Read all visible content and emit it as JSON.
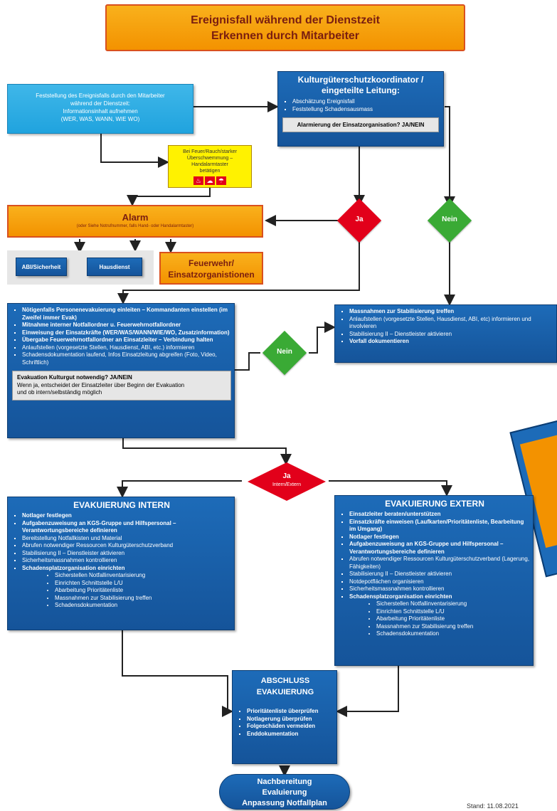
{
  "title": {
    "line1": "Ereignisfall während der Dienstzeit",
    "line2": "Erkennen durch Mitarbeiter"
  },
  "detection_box": {
    "line1": "Feststellung des Ereignisfalls durch den Mitarbeiter",
    "line2": "während der Dienstzeit:",
    "line3": "Informationsinhalt aufnehmen",
    "line4": "(WER, WAS, WANN, WIE WO)"
  },
  "coordinator_box": {
    "title1": "Kulturgüterschutzkoordinator /",
    "title2": "eingeteilte Leitung:",
    "items": [
      "Abschätzung Ereignisfall",
      "Feststellung Schadensausmass"
    ],
    "alarm_question": "Alarmierung der Einsatzorganisation? JA/NEIN"
  },
  "fire_box": {
    "line1": "Bei Feuer/Rauch/starker",
    "line2": "Überschwemmung – Handalarmtaster",
    "line3": "betätigen"
  },
  "alarm_box": {
    "title": "Alarm",
    "subtitle": "(oder Siehe Notrufnummer, falls Hand- oder Handalarmtaster)"
  },
  "staff_boxes": {
    "abi": "ABI/Sicherheit",
    "hausdienst": "Hausdienst"
  },
  "feuerwehr_box": {
    "line1": "Feuerwehr/",
    "line2": "Einsatzorganistionen"
  },
  "decisions": {
    "ja1": "Ja",
    "nein1": "Nein",
    "nein2": "Nein",
    "ja2": "Ja",
    "ja2_sub": "Intern/Extern"
  },
  "left_measures": {
    "items": [
      "Nötigenfalls Personenevakuierung einleiten – Kommandanten einstellen (im Zweifel immer Evak)",
      "Mitnahme interner Notfallordner u. Feuerwehrnotfallordner",
      "Einweisung der Einsatzkräfte (WER/WAS/WANN/WIE/WO, Zusatzinformation)",
      "Übergabe Feuerwehrnotfallordner an Einsatzleiter – Verbindung halten",
      "Anlaufstellen (vorgesetzte Stellen, Hausdienst, ABI, etc.) informieren",
      "Schadensdokumentation laufend, Infos Einsatzleitung abgreifen (Foto, Video, Schriftlich)"
    ],
    "evac_q1": "Evakuation Kulturgut notwendig? JA/NEIN",
    "evac_q2": "Wenn ja, entscheidet der Einsatzleiter über Beginn der Evakuation",
    "evac_q3": "und ob intern/selbständig möglich"
  },
  "right_measures": {
    "items": [
      "Massnahmen zur Stabilisierung treffen",
      "Anlaufstellen (vorgesetzte Stellen, Hausdienst, ABI, etc) informieren und involvieren",
      "Stabilisierung II – Dienstleister aktivieren",
      "Vorfall dokumentieren"
    ]
  },
  "evak_intern": {
    "title": "EVAKUIERUNG INTERN",
    "items": [
      "Notlager festlegen",
      "Aufgabenzuweisung an KGS-Gruppe und Hilfspersonal – Verantwortungsbereiche definieren",
      "Bereitstellung Notfallkisten und Material",
      "Abrufen notwendiger Ressourcen Kulturgüterschutzverband",
      "Stabilisierung II – Dienstleister aktivieren",
      "Sicherheitsmassnahmen kontrollieren",
      "Schadensplatzorganisation einrichten"
    ],
    "subitems": [
      "Sicherstellen Notfallinventarisierung",
      "Einrichten Schnittstelle L/U",
      "Abarbeitung Prioritätenliste",
      "Massnahmen zur Stabilisierung treffen",
      "Schadensdokumentation"
    ]
  },
  "evak_extern": {
    "title": "EVAKUIERUNG EXTERN",
    "items": [
      "Einsatzleiter beraten/unterstützen",
      "Einsatzkräfte einweisen (Laufkarten/Prioritätenliste, Bearbeitung im Umgang)",
      "Notlager festlegen",
      "Aufgabenzuweisung an KGS-Gruppe und Hilfspersonal – Verantwortungsbereiche definieren",
      "Abrufen notwendiger Ressourcen Kulturgüterschutzverband (Lagerung, Fähigkeiten)",
      "Stabilisierung II – Dienstleister aktivieren",
      "Notdepotflächen organisieren",
      "Sicherheitsmassnahmen kontrollieren",
      "Schadensplatzorganisation einrichten"
    ],
    "subitems": [
      "Sicherstellen Notfallinventarisierung",
      "Einrichten Schnittstelle L/U",
      "Abarbeitung Prioritätenliste",
      "Massnahmen zur Stabilisierung treffen",
      "Schadensdokumentation"
    ]
  },
  "abschluss": {
    "title1": "ABSCHLUSS",
    "title2": "EVAKUIERUNG",
    "items": [
      "Prioritätenliste überprüfen",
      "Notlagerung überprüfen",
      "Folgeschäden vermeiden",
      "Enddokumentation"
    ]
  },
  "final": {
    "line1": "Nachbereitung",
    "line2": "Evaluierung",
    "line3": "Anpassung Notfallplan"
  },
  "stand": {
    "label": "Stand:",
    "date": "11.08.2021"
  },
  "colors": {
    "blue": "#1a5fa8",
    "orange": "#f39200",
    "red": "#e2001a",
    "green": "#3aaa35",
    "yellow": "#fff200"
  }
}
